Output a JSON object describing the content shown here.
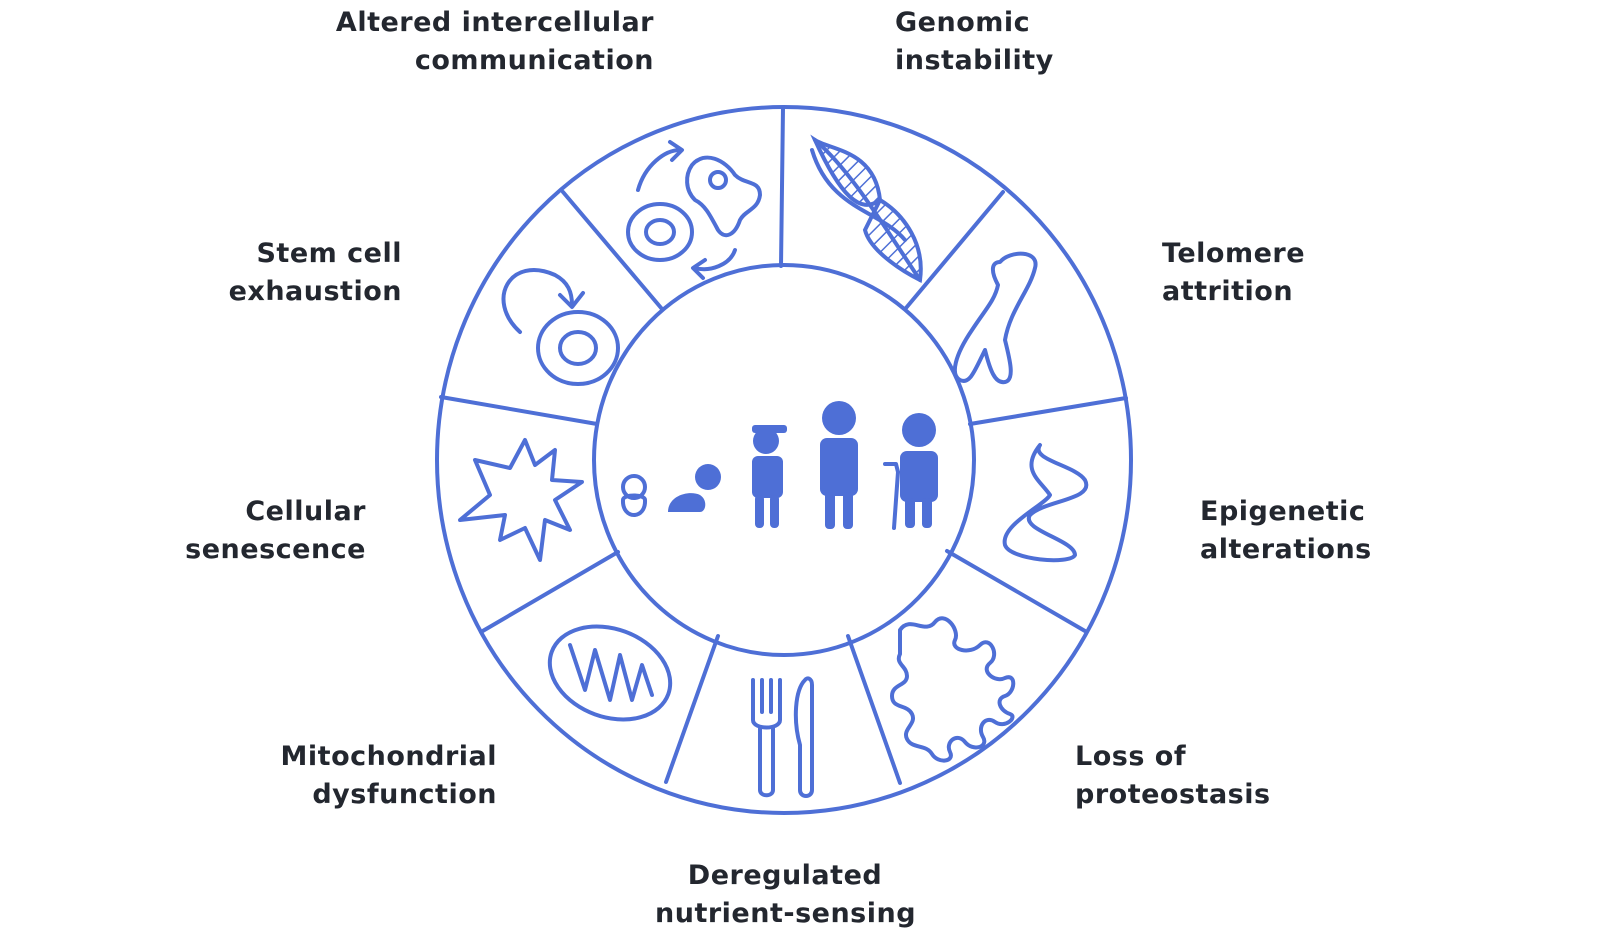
{
  "colors": {
    "accent": "#4e6fd6",
    "text": "#23272f",
    "background": "#ffffff"
  },
  "center": {
    "icons": [
      "swaddled-baby-icon",
      "crawling-baby-icon",
      "child-with-cap-icon",
      "adult-person-icon",
      "elderly-person-with-cane-icon"
    ]
  },
  "hallmarks": [
    {
      "id": "genomic",
      "lines": [
        "Genomic",
        "instability"
      ],
      "icon": "dna-helix-icon"
    },
    {
      "id": "telomere",
      "lines": [
        "Telomere",
        "attrition"
      ],
      "icon": "chromosome-icon"
    },
    {
      "id": "epigenetic",
      "lines": [
        "Epigenetic",
        "alterations"
      ],
      "icon": "chromatin-coil-icon"
    },
    {
      "id": "proteostasis",
      "lines": [
        "Loss of",
        "proteostasis"
      ],
      "icon": "tangled-protein-icon"
    },
    {
      "id": "nutrient",
      "lines": [
        "Deregulated",
        "nutrient-sensing"
      ],
      "icon": "fork-and-knife-icon"
    },
    {
      "id": "mito",
      "lines": [
        "Mitochondrial",
        "dysfunction"
      ],
      "icon": "mitochondrion-icon"
    },
    {
      "id": "senescence",
      "lines": [
        "Cellular",
        "senescence"
      ],
      "icon": "starburst-cell-icon"
    },
    {
      "id": "stemcell",
      "lines": [
        "Stem cell",
        "exhaustion"
      ],
      "icon": "stem-cell-arrow-icon"
    },
    {
      "id": "communication",
      "lines": [
        "Altered intercellular",
        "communication"
      ],
      "icon": "cell-communication-icon"
    }
  ]
}
